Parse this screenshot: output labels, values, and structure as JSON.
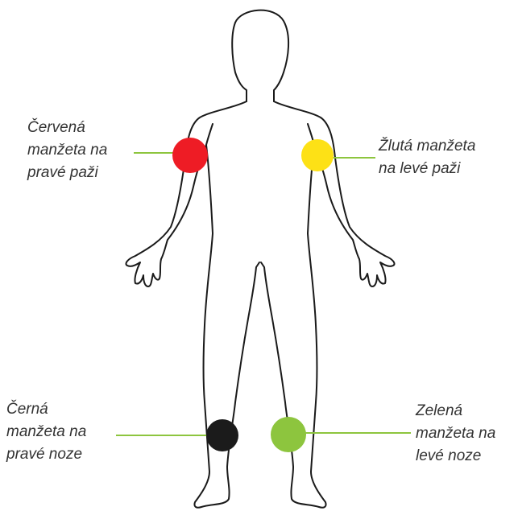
{
  "cuffs": [
    {
      "id": "red",
      "color": "#ee1c25",
      "label": "Červená\nmanžeta na\npravé paži"
    },
    {
      "id": "yellow",
      "color": "#fde116",
      "label": "Žlutá manžeta\nna levé paži"
    },
    {
      "id": "black",
      "color": "#1b1b1b",
      "label": "Černá\nmanžeta na\npravé noze"
    },
    {
      "id": "green",
      "color": "#8dc53e",
      "label": "Zelená\nmanžeta na\nlevé noze"
    }
  ],
  "leader_line_color": "#8dc53e",
  "body_outline_color": "#1a1a1a"
}
